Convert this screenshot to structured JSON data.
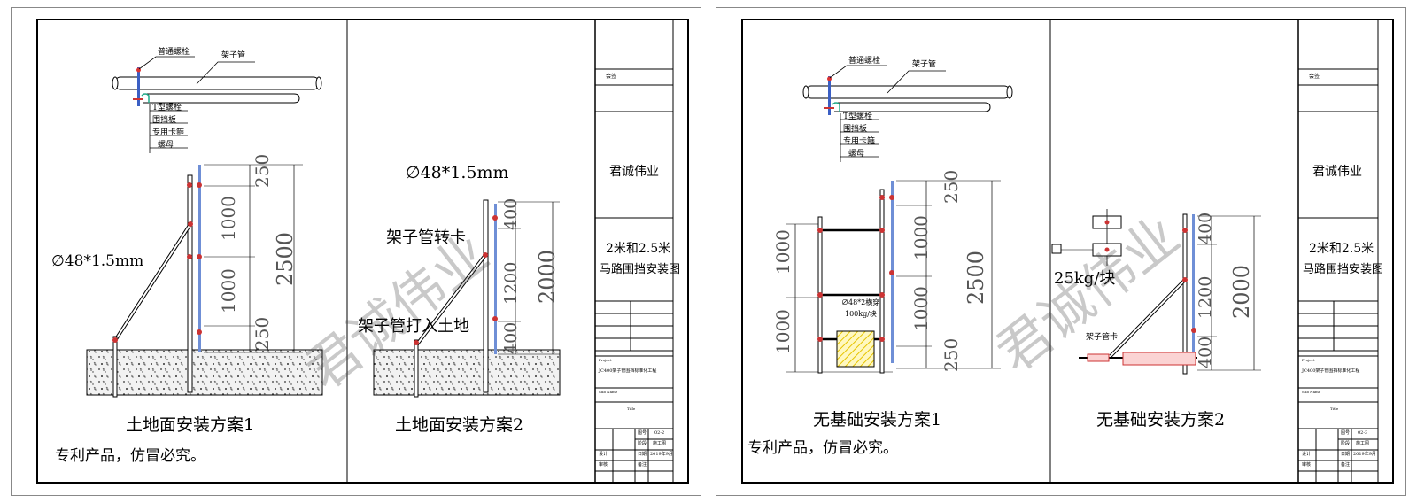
{
  "sheets": [
    {
      "labels": {
        "bolt_common": "普通螺栓",
        "pipe": "架子管",
        "t_bolt": "T型螺栓",
        "panel": "围挡板",
        "clamp": "专用卡箍",
        "nut": "螺母"
      },
      "dims_left": [
        "250",
        "1000",
        "1000",
        "250"
      ],
      "dim_total_left": "2500",
      "diameter_a": "∅48*1.5mm",
      "diameter_b": "∅48*1.5mm",
      "swivel": "架子管转卡",
      "driven": "架子管打入土地",
      "dims_right": [
        "400",
        "1200",
        "400"
      ],
      "dim_total_right": "2000",
      "caption1": "土地面安装方案1",
      "caption2": "土地面安装方案2",
      "patent": "专利产品，仿冒必究。",
      "watermark": "君诚伟业",
      "titleblock": {
        "sign": "会签",
        "company": "君诚伟业",
        "title_line1": "2米和2.5米",
        "title_line2": "马路围挡安装图",
        "project_label": "Project",
        "project_name": "JC400架子管围挡标准化工程",
        "subname_label": "Sub Name",
        "title_label": "Title",
        "drawno_label": "图号",
        "drawno": "02-2",
        "stage_label": "阶段",
        "stage": "施工图",
        "date_label": "日期",
        "date": "2019年9月",
        "design_label": "设计",
        "check_label": "审核",
        "approve_label": "备注"
      }
    },
    {
      "labels": {
        "bolt_common": "普通螺栓",
        "pipe": "架子管",
        "t_bolt": "T型螺栓",
        "panel": "围挡板",
        "clamp": "专用卡箍",
        "nut": "螺母"
      },
      "dims_left_outer": [
        "1000",
        "1000"
      ],
      "dims_left": [
        "250",
        "1000",
        "1000",
        "250"
      ],
      "dim_total_left": "2500",
      "counterweight": "∅48*2横穿",
      "counterweight_mass": "100kg/块",
      "weight_right": "25kg/块",
      "clip": "架子管卡",
      "dims_right": [
        "400",
        "1200",
        "400"
      ],
      "dim_total_right": "2000",
      "caption1": "无基础安装方案1",
      "caption2": "无基础安装方案2",
      "patent": "专利产品，仿冒必究。",
      "watermark": "君诚伟业",
      "titleblock": {
        "sign": "会签",
        "company": "君诚伟业",
        "title_line1": "2米和2.5米",
        "title_line2": "马路围挡安装图",
        "project_label": "Project",
        "project_name": "JC400架子管围挡标准化工程",
        "subname_label": "Sub Name",
        "title_label": "Title",
        "drawno_label": "图号",
        "drawno": "02-3",
        "stage_label": "阶段",
        "stage": "施工图",
        "date_label": "日期",
        "date": "2019年9月",
        "design_label": "设计",
        "check_label": "审核",
        "approve_label": "备注"
      }
    }
  ]
}
